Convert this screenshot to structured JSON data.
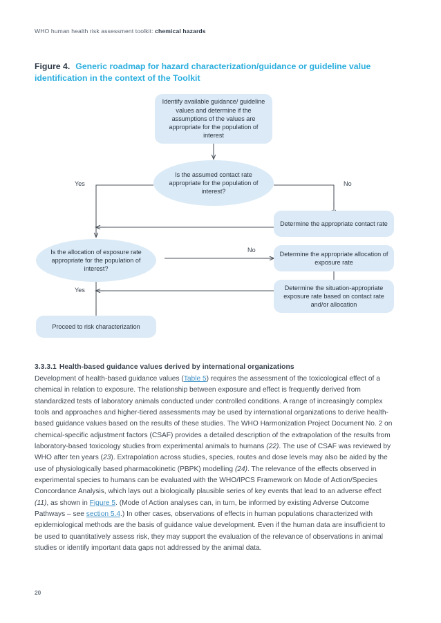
{
  "page": {
    "running_head_plain": "WHO human health risk assessment toolkit: ",
    "running_head_bold": "chemical hazards",
    "folio": "20"
  },
  "figure": {
    "number_label": "Figure 4.",
    "caption": "Generic roadmap for hazard characterization/guidance or guideline value identification in the context of the Toolkit",
    "accent_color": "#2aaede",
    "node_fill": "#dbeaf6",
    "line_color": "#4b525a",
    "nodes": [
      {
        "id": "identify-values",
        "shape": "rounded",
        "text": "Identify available guidance/ guideline values and determine if the assumptions of the values are appropriate for the population of interest"
      },
      {
        "id": "contact-rate-question",
        "shape": "ellipse",
        "text": "Is the assumed contact rate appropriate for the population of interest?"
      },
      {
        "id": "determine-contact-rate",
        "shape": "rounded",
        "text": "Determine the appropriate contact rate"
      },
      {
        "id": "allocation-question",
        "shape": "ellipse",
        "text": "Is the allocation of exposure rate appropriate for the population of interest?"
      },
      {
        "id": "determine-allocation",
        "shape": "rounded",
        "text": "Determine the appropriate allocation of exposure rate"
      },
      {
        "id": "determine-situation-rate",
        "shape": "rounded",
        "text": "Determine the situation-appropriate exposure rate based on contact rate and/or allocation"
      },
      {
        "id": "proceed",
        "shape": "rounded",
        "text": "Proceed to risk characterization"
      }
    ],
    "edge_labels": {
      "yes_top": "Yes",
      "no_top": "No",
      "yes_bottom": "Yes",
      "no_bottom": "No"
    }
  },
  "section": {
    "number": "3.3.3.1",
    "heading": "Health-based guidance values derived by international organizations",
    "paragraph_parts": [
      {
        "type": "text",
        "value": "Development of health-based guidance values ("
      },
      {
        "type": "link",
        "value": "Table 5"
      },
      {
        "type": "text",
        "value": ") requires the assessment of the toxicological effect of a chemical in relation to exposure. The relationship between exposure and effect is frequently derived from standardized tests of laboratory animals conducted under controlled conditions. A range of increasingly complex tools and approaches and higher-tiered assessments may be used by international organizations to derive health-based guidance values based on the results of these studies. The WHO Harmonization Project Document No. 2 on chemical-specific adjustment factors (CSAF) provides a detailed description of the extrapolation of the results from laboratory-based toxicology studies from experimental animals to humans "
      },
      {
        "type": "italic",
        "value": "(22)"
      },
      {
        "type": "text",
        "value": ". The use of CSAF was reviewed by WHO after ten years ("
      },
      {
        "type": "italic",
        "value": "23"
      },
      {
        "type": "text",
        "value": "). Extrapolation across studies, species, routes and dose levels may also be aided by the use of physiologically based pharmacokinetic (PBPK) modelling "
      },
      {
        "type": "italic",
        "value": "(24)"
      },
      {
        "type": "text",
        "value": ". The relevance of the effects observed in experimental species to humans can be evaluated with the WHO/IPCS Framework on Mode of Action/Species Concordance Analysis, which lays out a biologically plausible series of key events that lead to an adverse effect "
      },
      {
        "type": "italic",
        "value": "(11)"
      },
      {
        "type": "text",
        "value": ", as shown in "
      },
      {
        "type": "link",
        "value": "Figure 5"
      },
      {
        "type": "text",
        "value": ". (Mode of Action analyses can, in turn, be informed by existing Adverse Outcome Pathways – see "
      },
      {
        "type": "link",
        "value": "section 5.4"
      },
      {
        "type": "text",
        "value": ".) In other cases, observations of effects in human populations characterized with epidemiological methods are the basis of guidance value development. Even if the human data are insufficient to be used to quantitatively assess risk, they may support the evaluation of the relevance of observations in animal studies or identify important data gaps not addressed by the animal data."
      }
    ]
  }
}
